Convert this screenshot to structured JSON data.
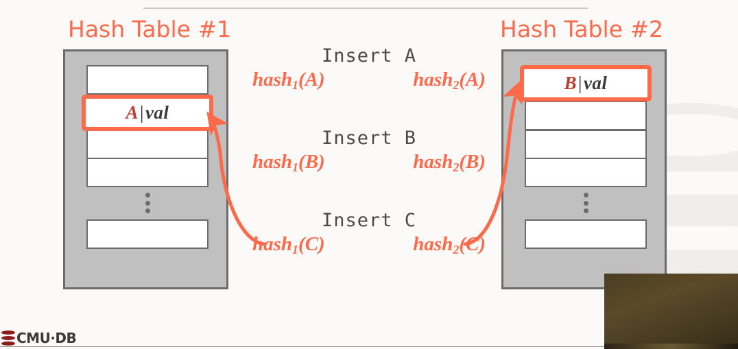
{
  "slide": {
    "background_color": "#fbfaf9",
    "accent_color": "#fb6a4a",
    "text_color": "#4a4a4a"
  },
  "left_table": {
    "title": "Hash Table #1",
    "slots": [
      {
        "content": "",
        "highlighted": false
      },
      {
        "key": "A",
        "separator": "|",
        "value": "val",
        "highlighted": true
      },
      {
        "content": "",
        "highlighted": false
      },
      {
        "content": "",
        "highlighted": false
      }
    ],
    "ellipsis": "⋮",
    "last_slot": {
      "content": "",
      "highlighted": false
    }
  },
  "right_table": {
    "title": "Hash Table #2",
    "slots": [
      {
        "key": "B",
        "separator": "|",
        "value": "val",
        "highlighted": true
      },
      {
        "content": "",
        "highlighted": false
      },
      {
        "content": "",
        "highlighted": false
      },
      {
        "content": "",
        "highlighted": false
      }
    ],
    "ellipsis": "⋮",
    "last_slot": {
      "content": "",
      "highlighted": false
    }
  },
  "operations": [
    {
      "label": "Insert A",
      "hash1": {
        "name": "hash",
        "sub": "1",
        "arg": "(A)"
      },
      "hash2": {
        "name": "hash",
        "sub": "2",
        "arg": "(A)"
      }
    },
    {
      "label": "Insert B",
      "hash1": {
        "name": "hash",
        "sub": "1",
        "arg": "(B)"
      },
      "hash2": {
        "name": "hash",
        "sub": "2",
        "arg": "(B)"
      }
    },
    {
      "label": "Insert C",
      "hash1": {
        "name": "hash",
        "sub": "1",
        "arg": "(C)"
      },
      "hash2": {
        "name": "hash",
        "sub": "2",
        "arg": "(C)"
      }
    }
  ],
  "arrows": [
    {
      "name": "arrow-hash1-c-to-left-slot",
      "from": "hash1(C)",
      "to": "left_table.slot_2",
      "color": "#fc6a49"
    },
    {
      "name": "arrow-hash2-c-to-right-slot",
      "from": "hash2(C)",
      "to": "right_table.slot_1",
      "color": "#fc6a49"
    }
  ],
  "logo": {
    "text": "CMU·DB",
    "icon": "database-cylinder-icon",
    "color": "#8c1d1d"
  },
  "webcam": {
    "present": true,
    "description": "speaker-video-overlay"
  }
}
